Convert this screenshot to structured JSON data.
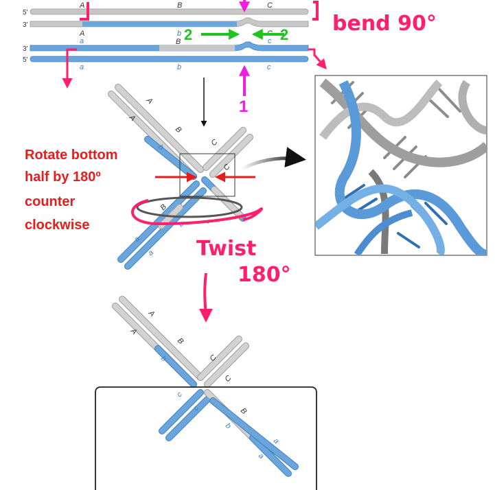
{
  "strand_ends": {
    "five_prime": "5'",
    "three_prime": "3'"
  },
  "top_labels": {
    "A": "A",
    "B": "B",
    "C": "C",
    "a": "a",
    "b": "b",
    "c": "c"
  },
  "annotations": {
    "bend": "bend 90°",
    "rotate_line1": "Rotate bottom",
    "rotate_line2": "half by 180º",
    "rotate_line3": "counter",
    "rotate_line4": "clockwise",
    "twist_line1": "Twist",
    "twist_line2": "180°",
    "marker_pink": "1",
    "marker_green": "2"
  },
  "colors": {
    "gray_strand": "#c7c7c7",
    "gray_edge": "#9a9a9a",
    "blue_strand": "#6aa6dc",
    "blue_edge": "#3d7fc1",
    "magenta": "#f01ce0",
    "pink_annotation": "#ff1f6b",
    "green_arrow": "#1fc41f",
    "red_text": "#e81c1c"
  }
}
